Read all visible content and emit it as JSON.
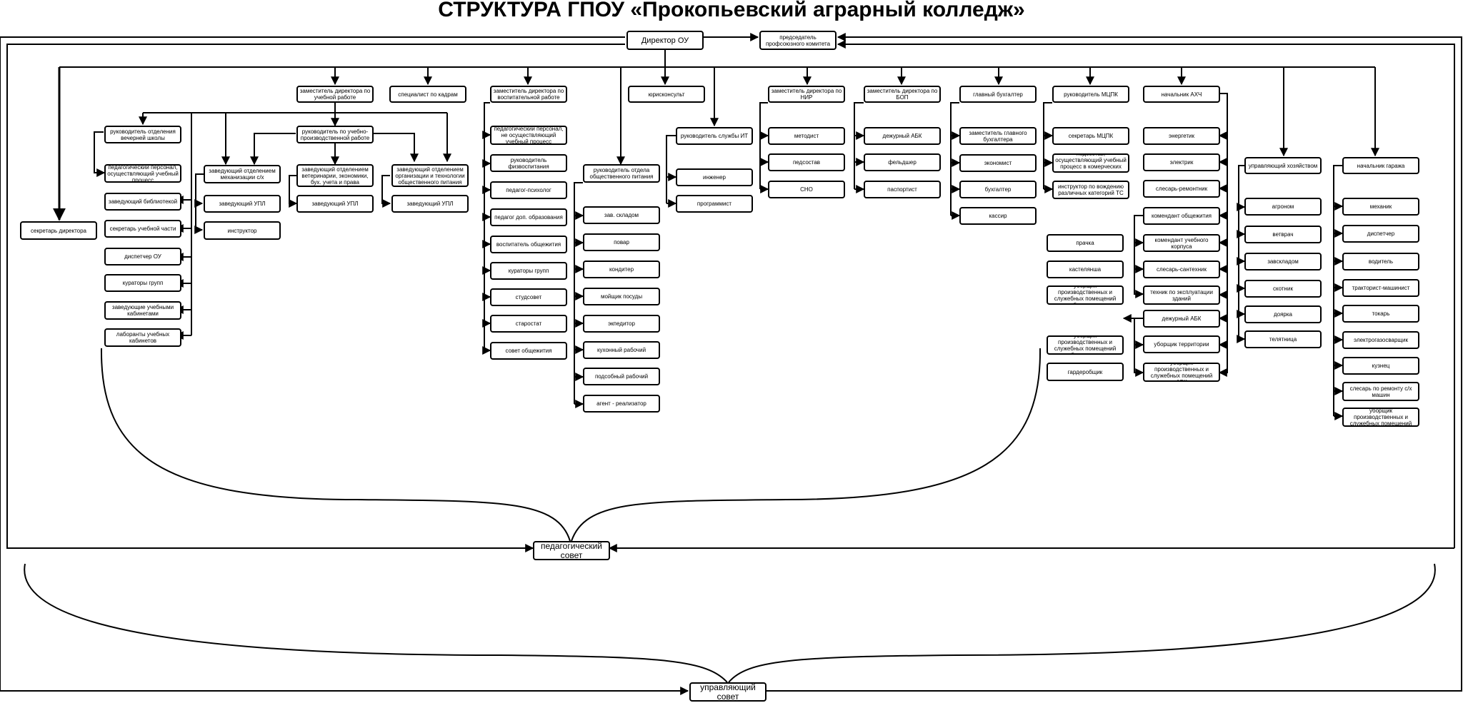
{
  "title": "СТРУКТУРА ГПОУ «Прокопьевский аграрный колледж»",
  "nodes": {
    "director": "Директор ОУ",
    "union_chair": "председатель профсоюзного комитета",
    "secretary": "секретарь директора",
    "dep_uch": "заместитель директора по учебной работе",
    "hr": "специалист по кадрам",
    "evening_head": "руководитель отделения вечерней школы",
    "ped_staff": "педагогический персонал, осуществляющий учебный процесс",
    "library": "заведующий библиотекой",
    "study_secretary": "секретарь учебной части",
    "dispatcher_ou": "диспетчер ОУ",
    "curators": "кураторы групп",
    "cab_heads": "заведующие учебными кабинетами",
    "lab_assistants": "лаборанты учебных кабинетов",
    "upr_head": "руководитель по учебно-производственной работе",
    "mech_head": "заведующий отделением механизации с/х",
    "mech_upl": "заведующий УПЛ",
    "instructor": "инструктор",
    "vet_head": "заведующий отделением ветеринарии, экономики, бух. учета и права",
    "vet_upl": "заведующий УПЛ",
    "food_head": "заведующий отделением организации и технологии общественного питания",
    "food_upl": "заведующий УПЛ",
    "dep_vosp": "заместитель директора по воспитательной работе",
    "ped_nonteach": "педагогический персонал, не осуществляющий учебный процесс",
    "phys_head": "руководитель физвоспитания",
    "psychologist": "педагог-психолог",
    "extra_teacher": "педагог доп. образования",
    "dorm_teacher": "воспитатель общежития",
    "curators2": "кураторы групп",
    "studsovet": "студсовет",
    "starostat": "старостат",
    "dorm_council": "совет общежития",
    "catering_head": "руководитель отдела общественного питания",
    "warehouse": "зав. складом",
    "cook": "повар",
    "confectioner": "кондитер",
    "dishwasher": "мойщик посуды",
    "expeditor": "экпедитор",
    "kitchen_worker": "кухонный рабочий",
    "helper": "подсобный рабочий",
    "sales_agent": "агент - реализатор",
    "lawyer": "юрисконсульт",
    "it_head": "руководитель службы ИТ",
    "engineer": "инженер",
    "programmer": "программист",
    "dep_nir": "заместитель директора по НИР",
    "methodist": "методист",
    "pedsostav": "педсостав",
    "sno": "СНО",
    "dep_bop": "заместитель директора по БОП",
    "abk_duty": "дежурный АБК",
    "paramedic": "фельдшер",
    "passport": "паспортист",
    "chief_acc": "главный бухгалтер",
    "deputy_acc": "заместитель главного бухгалтера",
    "economist": "экономист",
    "accountant": "бухгалтер",
    "cashier": "кассир",
    "mcpk_head": "руководитель МЦПК",
    "mcpk_secretary": "секретарь МЦПК",
    "mcpk_ped": "педсостав, осуществляющий учебный процесс в комерческих группах",
    "ts_instructor": "инструктор по вождению различных категорий ТС",
    "ahch_head": "начальник АХЧ",
    "power_eng": "энергетик",
    "electrician": "электрик",
    "repairman": "слесарь-ремонтник",
    "dorm_commandant": "комендант общежития",
    "launderer": "прачка",
    "linen_keeper": "кастелянша",
    "dorm_cleaner": "уборщик производственных и служебных помещений общежития",
    "edu_commandant": "комендант учебного корпуса",
    "plumber": "слесарь-сантехник",
    "building_tech": "техник по эксплуатации зданий",
    "abk_duty2": "дежурный АБК",
    "edu_cleaner": "уборщик производственных и служебных помещений учебного корпуса",
    "territory_cleaner": "уборщик территории",
    "abk_cleaner": "уборщик производственных и служебных помещений АБК",
    "cloakroom": "гардеробщик",
    "farm_manager": "управляющий хозяйством",
    "agronomist": "агроном",
    "vet": "ветврач",
    "warehouse2": "завскладом",
    "stockman": "скотник",
    "milkmaid": "доярка",
    "calf_keeper": "телятница",
    "garage_head": "начальник гаража",
    "mechanic": "механик",
    "dispatcher": "диспетчер",
    "driver": "водитель",
    "tractor_driver": "тракторист-машинист",
    "turner": "токарь",
    "welder": "электрогазосварщик",
    "smith": "кузнец",
    "agri_repair": "слесарь по ремонту с/х машин",
    "garage_cleaner": "уборщик производственных и служебных помещений",
    "ped_council": "педагогический совет",
    "gov_council": "управляющий совет"
  }
}
